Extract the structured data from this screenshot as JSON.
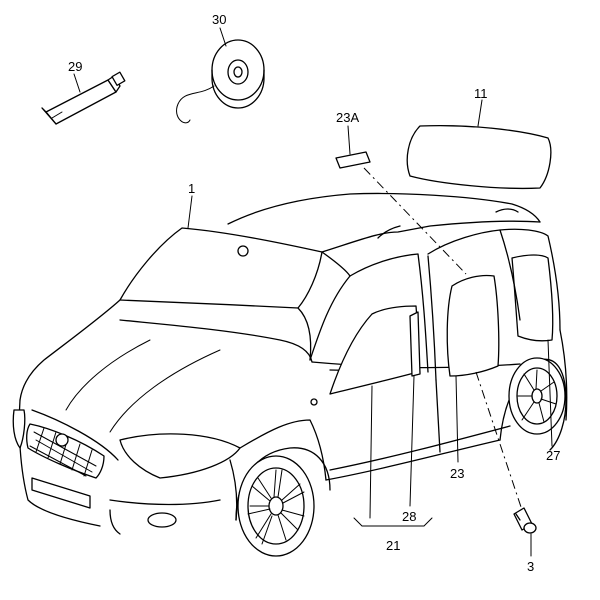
{
  "diagram": {
    "callouts": [
      {
        "id": "29",
        "text": "29"
      },
      {
        "id": "30",
        "text": "30"
      },
      {
        "id": "23A",
        "text": "23A"
      },
      {
        "id": "11",
        "text": "11"
      },
      {
        "id": "1",
        "text": "1"
      },
      {
        "id": "23",
        "text": "23"
      },
      {
        "id": "27",
        "text": "27"
      },
      {
        "id": "28",
        "text": "28"
      },
      {
        "id": "21",
        "text": "21"
      },
      {
        "id": "3",
        "text": "3"
      }
    ]
  }
}
